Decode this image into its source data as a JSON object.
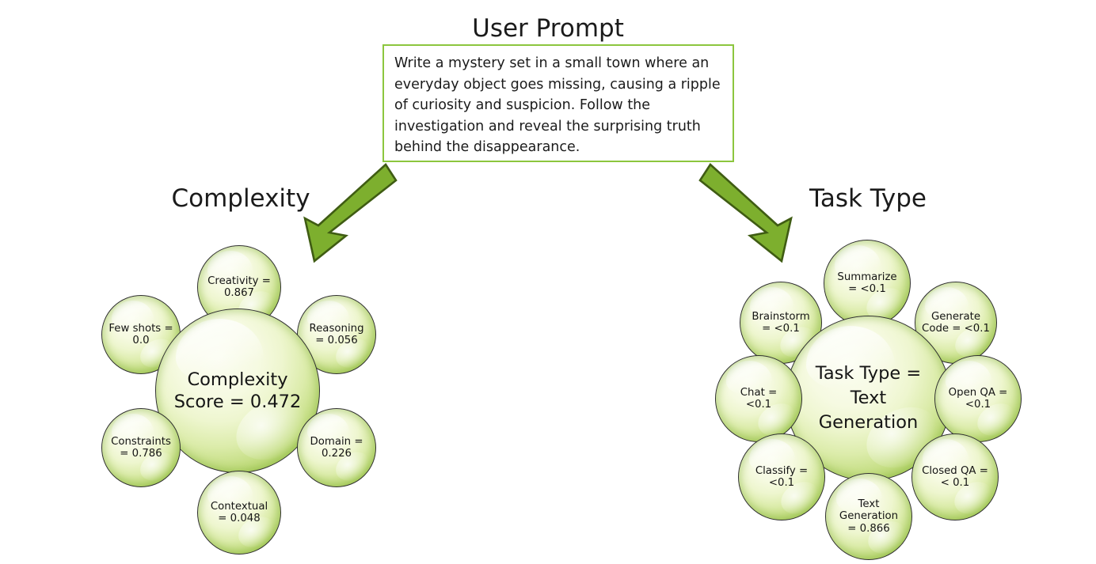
{
  "header": {
    "user_prompt_title": "User Prompt",
    "user_prompt_text": "Write a mystery set in a small town where an everyday object goes missing, causing a ripple of curiosity and suspicion. Follow the investigation and reveal the surprising truth behind the disappearance."
  },
  "colors": {
    "accent_border": "#8CC63E",
    "arrow_fill": "#7DAF2E",
    "arrow_stroke": "#3f5c13",
    "bubble_light": "#F6FAE2",
    "bubble_edge": "#97C244",
    "text": "#1b1b1b"
  },
  "complexity": {
    "title": "Complexity",
    "hub_label": "Complexity\nScore = 0.472",
    "score": 0.472,
    "metrics": [
      {
        "name": "Creativity",
        "label": "Creativity =\n0.867",
        "value": 0.867
      },
      {
        "name": "Reasoning",
        "label": "Reasoning\n= 0.056",
        "value": 0.056
      },
      {
        "name": "Domain",
        "label": "Domain =\n0.226",
        "value": 0.226
      },
      {
        "name": "Contextual",
        "label": "Contextual\n= 0.048",
        "value": 0.048
      },
      {
        "name": "Constraints",
        "label": "Constraints\n= 0.786",
        "value": 0.786
      },
      {
        "name": "Few shots",
        "label": "Few shots =\n0.0",
        "value": 0.0
      }
    ]
  },
  "task_type": {
    "title": "Task Type",
    "hub_label": "Task Type =\nText\nGeneration",
    "selected": "Text Generation",
    "metrics": [
      {
        "name": "Summarize",
        "label": "Summarize\n= <0.1",
        "value": "<0.1"
      },
      {
        "name": "Generate Code",
        "label": "Generate\nCode = <0.1",
        "value": "<0.1"
      },
      {
        "name": "Open QA",
        "label": "Open QA =\n<0.1",
        "value": "<0.1"
      },
      {
        "name": "Closed QA",
        "label": "Closed QA =\n< 0.1",
        "value": "< 0.1"
      },
      {
        "name": "Text Generation",
        "label": "Text\nGeneration\n= 0.866",
        "value": 0.866
      },
      {
        "name": "Classify",
        "label": "Classify =\n<0.1",
        "value": "<0.1"
      },
      {
        "name": "Chat",
        "label": "Chat =\n<0.1",
        "value": "<0.1"
      },
      {
        "name": "Brainstorm",
        "label": "Brainstorm\n= <0.1",
        "value": "<0.1"
      }
    ]
  },
  "arrows": [
    {
      "name": "arrow-to-complexity",
      "direction": "down-left"
    },
    {
      "name": "arrow-to-task-type",
      "direction": "down-right"
    }
  ]
}
